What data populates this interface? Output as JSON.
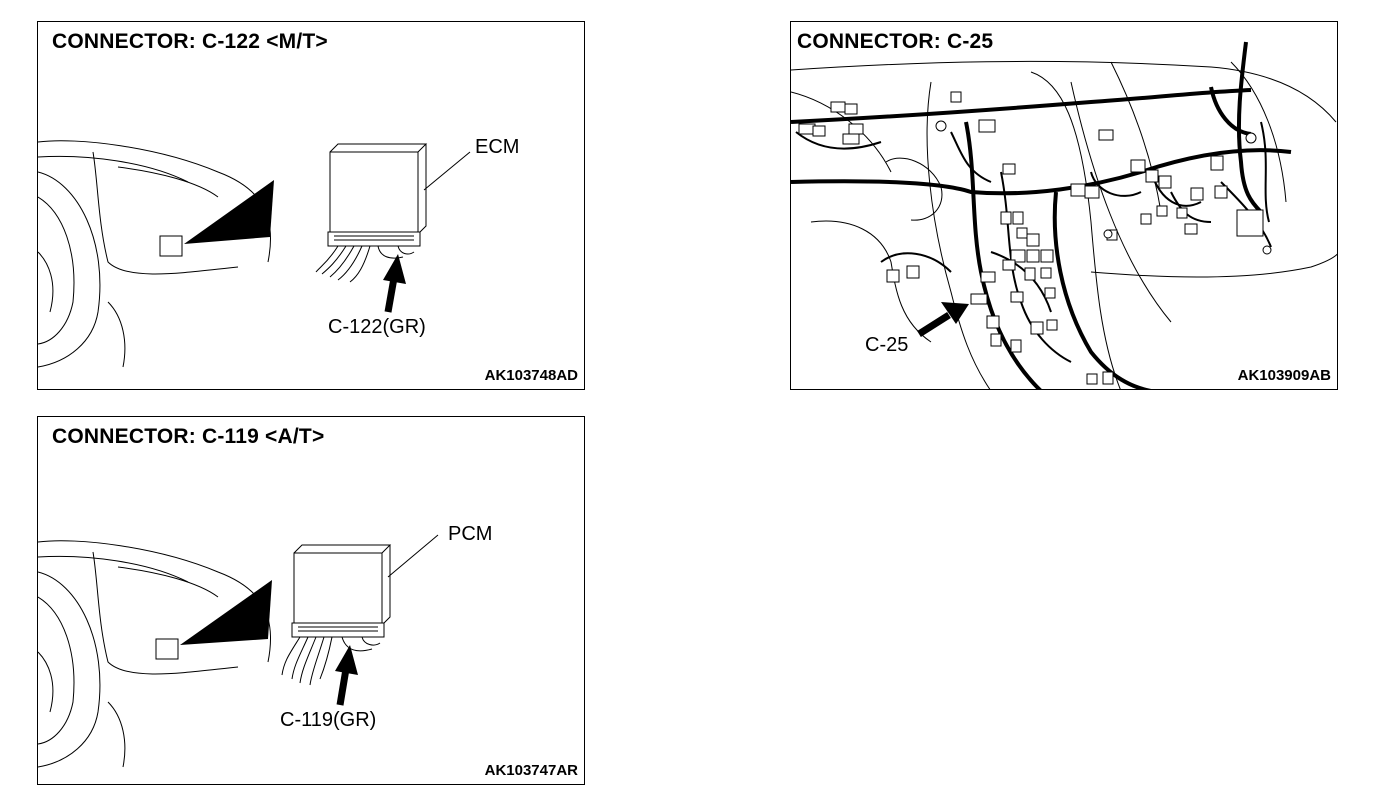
{
  "panels": [
    {
      "title": "CONNECTOR: C-122 <M/T>",
      "module_label": "ECM",
      "connector_label": "C-122(GR)",
      "figure_code": "AK103748AD"
    },
    {
      "title": "CONNECTOR: C-25",
      "connector_label": "C-25",
      "figure_code": "AK103909AB"
    },
    {
      "title": "CONNECTOR: C-119 <A/T>",
      "module_label": "PCM",
      "connector_label": "C-119(GR)",
      "figure_code": "AK103747AR"
    }
  ]
}
